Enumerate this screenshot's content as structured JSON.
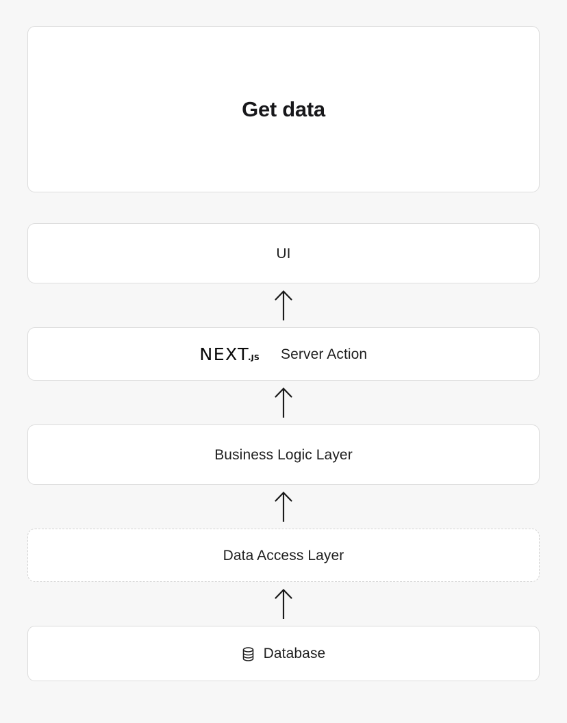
{
  "page": {
    "background_color": "#f7f7f7",
    "box_background_color": "#ffffff",
    "box_border_color": "#dcdcdc",
    "dashed_border_color": "#d2d2d2",
    "text_color": "#1f1f1f"
  },
  "diagram": {
    "title": "Get data",
    "type": "layered-architecture-flow",
    "direction": "bottom-to-top",
    "nodes": [
      {
        "id": "get-data",
        "label": "Get data",
        "style": "solid",
        "emphasis": "bold-heading"
      },
      {
        "id": "ui",
        "label": "UI",
        "style": "solid"
      },
      {
        "id": "server-action",
        "label": "Server Action",
        "style": "solid",
        "logo": "nextjs-logo",
        "logo_text": {
          "word": "NEXT",
          "dot": ".",
          "suffix": "JS"
        }
      },
      {
        "id": "business-logic-layer",
        "label": "Business Logic Layer",
        "style": "solid"
      },
      {
        "id": "data-access-layer",
        "label": "Data Access Layer",
        "style": "dashed"
      },
      {
        "id": "database",
        "label": "Database",
        "style": "solid",
        "icon": "database-icon"
      }
    ],
    "arrows": [
      {
        "id": "arrow-server-to-ui",
        "from": "server-action",
        "to": "ui",
        "direction": "up"
      },
      {
        "id": "arrow-biz-to-server",
        "from": "business-logic-layer",
        "to": "server-action",
        "direction": "up"
      },
      {
        "id": "arrow-dal-to-biz",
        "from": "data-access-layer",
        "to": "business-logic-layer",
        "direction": "up"
      },
      {
        "id": "arrow-db-to-dal",
        "from": "database",
        "to": "data-access-layer",
        "direction": "up"
      }
    ]
  }
}
